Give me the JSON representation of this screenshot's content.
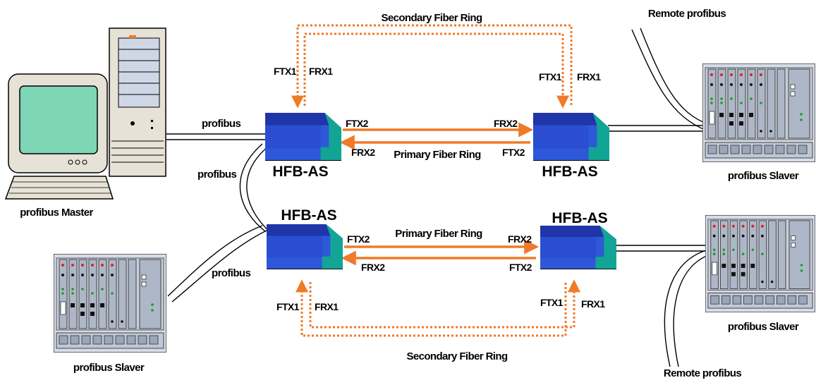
{
  "labels": {
    "secondary_ring_top": "Secondary Fiber Ring",
    "secondary_ring_bottom": "Secondary Fiber Ring",
    "primary_ring_top": "Primary Fiber Ring",
    "primary_ring_bottom": "Primary Fiber Ring",
    "remote_top": "Remote profibus",
    "remote_bottom": "Remote profibus",
    "profibus_1": "profibus",
    "profibus_2": "profibus",
    "profibus_3": "profibus",
    "master": "profibus Master",
    "slaver_left": "profibus Slaver",
    "slaver_top_right": "profibus Slaver",
    "slaver_bottom_right": "profibus Slaver"
  },
  "devices": {
    "hfb_top_left": "HFB-AS",
    "hfb_top_right": "HFB-AS",
    "hfb_bottom_left": "HFB-AS",
    "hfb_bottom_right": "HFB-AS"
  },
  "ports": {
    "ftx1": "FTX1",
    "frx1": "FRX1",
    "ftx2": "FTX2",
    "frx2": "FRX2"
  },
  "colors": {
    "fiber": "#f07a28",
    "device_dark": "#1f35a8",
    "device_mid": "#2e58d8",
    "device_teal": "#12a596",
    "rack": "#d6dce8",
    "screen": "#7ed6b6"
  }
}
